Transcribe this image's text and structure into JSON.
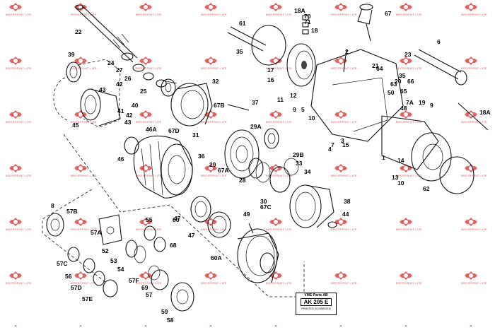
{
  "diagram": {
    "part_labels": [
      "22",
      "39",
      "24",
      "27",
      "26",
      "43",
      "42",
      "25",
      "41",
      "40",
      "42",
      "43",
      "45",
      "46A",
      "46",
      "47",
      "67D",
      "31",
      "36",
      "29",
      "67A",
      "28",
      "32",
      "37",
      "67B",
      "29A",
      "29B",
      "33",
      "30",
      "67C",
      "34",
      "38",
      "44",
      "61",
      "35",
      "17",
      "16",
      "18A",
      "70",
      "71",
      "18",
      "67",
      "2",
      "12",
      "11",
      "9",
      "5",
      "10",
      "7",
      "3",
      "4",
      "15",
      "20",
      "21",
      "64",
      "63",
      "66",
      "65",
      "6",
      "23",
      "7A",
      "19",
      "48",
      "1",
      "14",
      "13",
      "10",
      "9",
      "18A",
      "62",
      "35",
      "8",
      "57B",
      "57C",
      "57A",
      "52",
      "53",
      "54",
      "56",
      "57D",
      "57E",
      "57F",
      "55",
      "68",
      "69",
      "57",
      "59",
      "58",
      "60",
      "47",
      "49",
      "60A",
      "50",
      "63"
    ],
    "stamp": {
      "title": "VME Parts AB",
      "code": "AK 205 E",
      "printed": "PRINTED IN SWEDEN"
    },
    "watermark_text": "BROSPRINT LITE"
  }
}
